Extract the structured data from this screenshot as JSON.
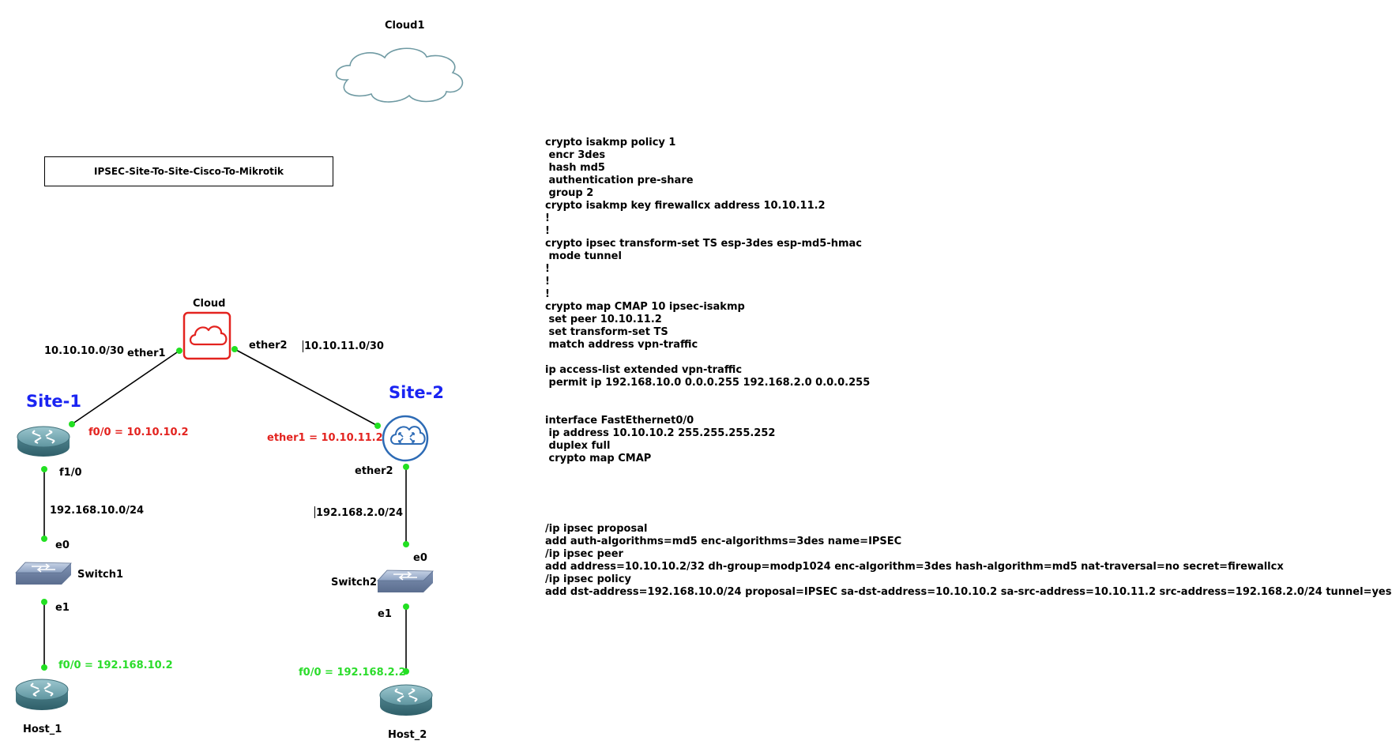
{
  "title_box": "IPSEC-Site-To-Site-Cisco-To-Mikrotik",
  "nodes": {
    "cloud1": "Cloud1",
    "cloud": "Cloud",
    "site1": "Site-1",
    "site2": "Site-2",
    "switch1": "Switch1",
    "switch2": "Switch2",
    "host1": "Host_1",
    "host2": "Host_2"
  },
  "interfaces": {
    "cloud_ether1": "ether1",
    "cloud_ether2": "ether2",
    "site1_f00": "f0/0 = 10.10.10.2",
    "site1_f10": "f1/0",
    "site2_ether1": "ether1 = 10.10.11.2",
    "site2_ether2": "ether2",
    "switch1_e0": "e0",
    "switch1_e1": "e1",
    "switch2_e0": "e0",
    "switch2_e1": "e1",
    "host1_f00": "f0/0 = 192.168.10.2",
    "host2_f00": "f0/0 = 192.168.2.2"
  },
  "networks": {
    "net_site1_wan": "10.10.10.0/30",
    "net_site2_wan": "10.10.11.0/30",
    "net_site1_lan": "192.168.10.0/24",
    "net_site2_lan": "192.168.2.0/24"
  },
  "cisco_config": "crypto isakmp policy 1\n encr 3des\n hash md5\n authentication pre-share\n group 2\ncrypto isakmp key firewallcx address 10.10.11.2\n!\n!\ncrypto ipsec transform-set TS esp-3des esp-md5-hmac\n mode tunnel\n!\n!\n!\ncrypto map CMAP 10 ipsec-isakmp\n set peer 10.10.11.2\n set transform-set TS\n match address vpn-traffic\n\nip access-list extended vpn-traffic\n permit ip 192.168.10.0 0.0.0.255 192.168.2.0 0.0.0.255\n\n\ninterface FastEthernet0/0\n ip address 10.10.10.2 255.255.255.252\n duplex full\n crypto map CMAP",
  "mikrotik_config": "/ip ipsec proposal\nadd auth-algorithms=md5 enc-algorithms=3des name=IPSEC\n/ip ipsec peer\nadd address=10.10.10.2/32 dh-group=modp1024 enc-algorithm=3des hash-algorithm=md5 nat-traversal=no secret=firewallcx\n/ip ipsec policy\nadd dst-address=192.168.10.0/24 proposal=IPSEC sa-dst-address=10.10.10.2 sa-src-address=10.10.11.2 src-address=192.168.2.0/24 tunnel=yes",
  "colors": {
    "link": "#000000",
    "port_dot": "#22e022",
    "site_label": "#1a24f2",
    "ip_red": "#e3231f",
    "ip_green": "#2bdc2b",
    "cloud_red": "#e3231f",
    "mikrotik_blue": "#2d6bb5",
    "router_teal": "#5f95a0",
    "cloud_outline": "#6f9aa3"
  }
}
